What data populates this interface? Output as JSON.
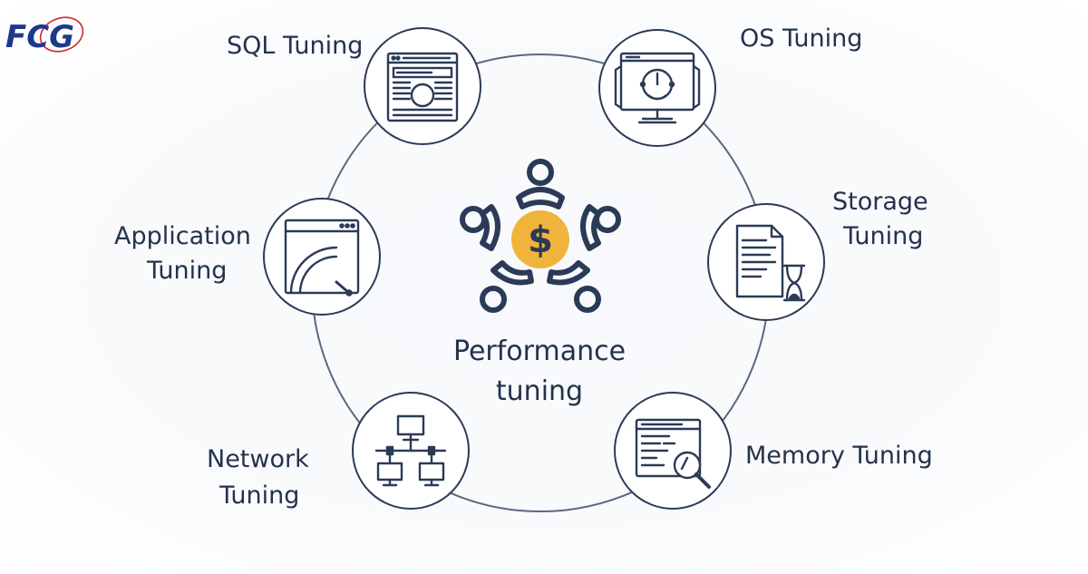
{
  "logo": {
    "text": "FCG"
  },
  "colors": {
    "ink": "#23324d",
    "line": "#2b3a57",
    "accent": "#f0b33c",
    "logo_blue": "#1d3a8a",
    "logo_red": "#d2262f"
  },
  "center": {
    "icon": "team-money-icon",
    "title_line1": "Performance",
    "title_line2": "tuning"
  },
  "nodes": {
    "sql": {
      "label": "SQL Tuning",
      "icon": "browser-window-icon"
    },
    "os": {
      "label": "OS Tuning",
      "icon": "monitor-clock-icon"
    },
    "storage": {
      "label_line1": "Storage",
      "label_line2": "Tuning",
      "icon": "document-hourglass-icon"
    },
    "memory": {
      "label": "Memory Tuning",
      "icon": "window-magnifier-icon"
    },
    "network": {
      "label_line1": "Network",
      "label_line2": "Tuning",
      "icon": "network-computers-icon"
    },
    "application": {
      "label_line1": "Application",
      "label_line2": "Tuning",
      "icon": "window-gauge-icon"
    }
  }
}
